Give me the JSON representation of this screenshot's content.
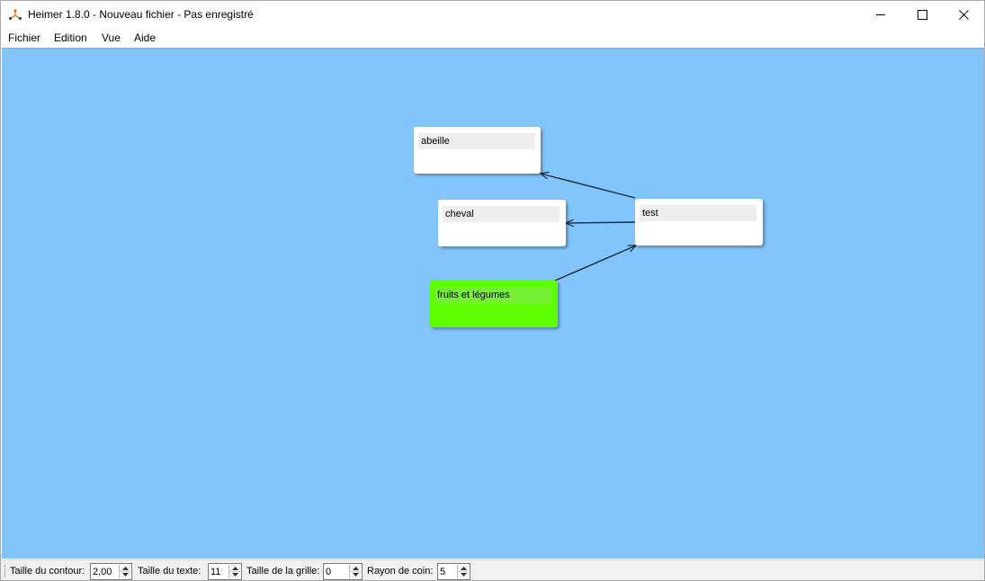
{
  "window": {
    "title": "Heimer 1.8.0 - Nouveau fichier - Pas enregistré"
  },
  "menu": {
    "items": [
      {
        "label": "Fichier"
      },
      {
        "label": "Edition"
      },
      {
        "label": "Vue"
      },
      {
        "label": "Aide"
      }
    ]
  },
  "canvas": {
    "background": "#82c5fd",
    "nodes": [
      {
        "id": "abeille",
        "label": "abeille",
        "color": "#ffffff"
      },
      {
        "id": "cheval",
        "label": "cheval",
        "color": "#ffffff"
      },
      {
        "id": "test",
        "label": "test",
        "color": "#ffffff"
      },
      {
        "id": "fruits",
        "label": "fruits et légumes",
        "color": "#5dff00"
      }
    ],
    "edges": [
      {
        "from": "test",
        "to": "abeille"
      },
      {
        "from": "test",
        "to": "cheval"
      },
      {
        "from": "fruits",
        "to": "test"
      }
    ]
  },
  "toolbar": {
    "outline_label": "Taille du contour:",
    "outline_value": "2,00",
    "text_size_label": "Taille du texte:",
    "text_size_value": "11",
    "grid_label": "Taille de la grille:",
    "grid_value": "0",
    "corner_label": "Rayon de coin:",
    "corner_value": "5"
  },
  "icons": {
    "app": "heimer-logo-icon",
    "minimize": "minimize-icon",
    "maximize": "maximize-icon",
    "close": "close-icon"
  }
}
